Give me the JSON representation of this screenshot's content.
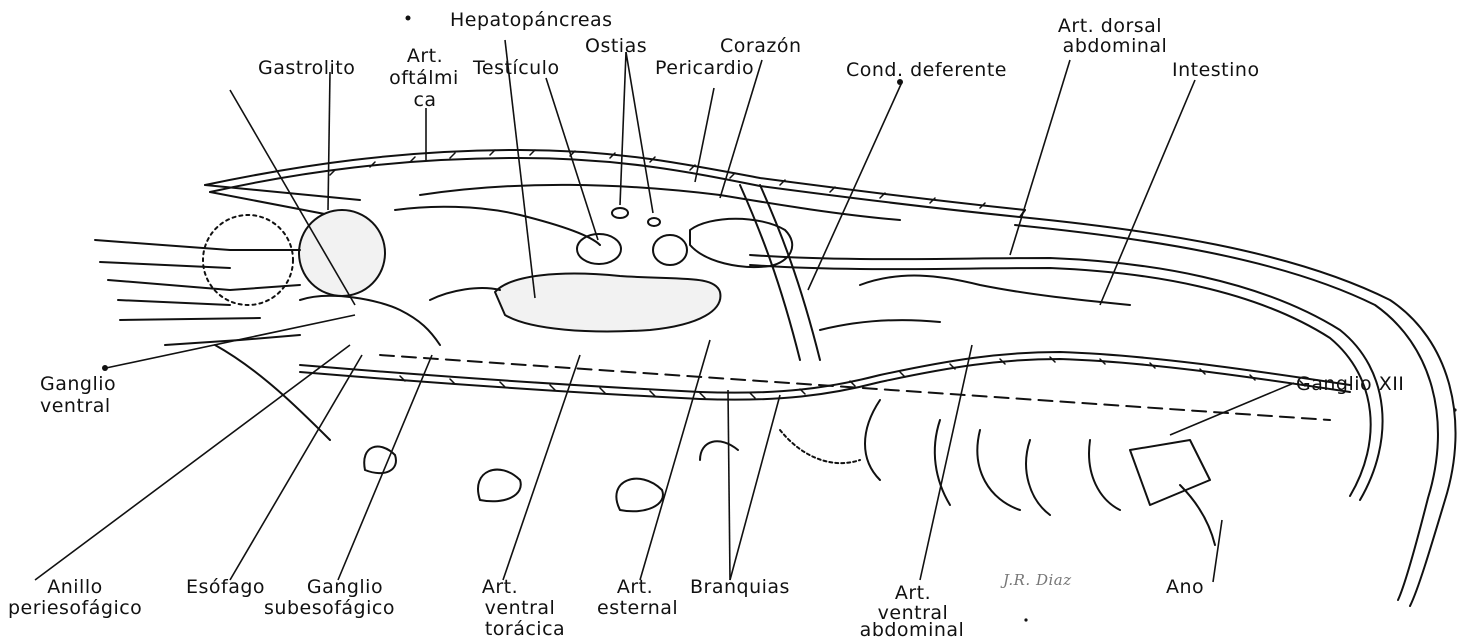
{
  "figure": {
    "labels": {
      "hepatopancreas": "Hepatopáncreas",
      "ostias": "Ostias",
      "corazon": "Corazón",
      "art_dorsal_abdominal_1": "Art. dorsal",
      "art_dorsal_abdominal_2": "abdominal",
      "gastrolito": "Gastrolito",
      "art_oftalmica_1": "Art.",
      "art_oftalmica_2": "oftálmi",
      "art_oftalmica_3": "ca",
      "testiculo": "Testículo",
      "pericardio": "Pericardio",
      "cond_deferente": "Cond. deferente",
      "intestino": "Intestino",
      "ganglio_ventral_1": "Ganglio",
      "ganglio_ventral_2": "ventral",
      "ganglio_xii": "Ganglio XII",
      "anillo_1": "Anillo",
      "anillo_2": "periesofágico",
      "esofago": "Esófago",
      "ganglio_sub_1": "Ganglio",
      "ganglio_sub_2": "subesofágico",
      "art_ventral_toracica_1": "Art.",
      "art_ventral_toracica_2": "ventral",
      "art_ventral_toracica_3": "torácica",
      "art_esternal_1": "Art.",
      "art_esternal_2": "esternal",
      "branquias": "Branquias",
      "art_ventral_abdominal_1": "Art.",
      "art_ventral_abdominal_2": "ventral",
      "art_ventral_abdominal_3": "abdominal",
      "signature": "J.R. Diaz",
      "ano": "Ano"
    }
  }
}
